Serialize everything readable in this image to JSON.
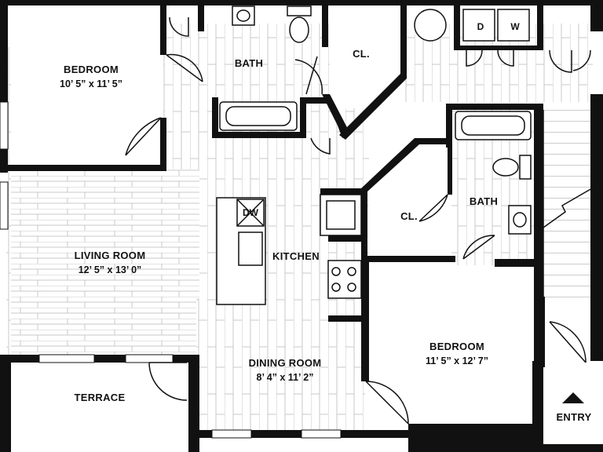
{
  "rooms": {
    "bedroom_1": {
      "name": "BEDROOM",
      "dimensions": "10’ 5” x 11’ 5”"
    },
    "bath_1": {
      "name": "BATH"
    },
    "closet_1": {
      "name": "CL."
    },
    "living_room": {
      "name": "LIVING ROOM",
      "dimensions": "12’ 5” x 13’ 0”"
    },
    "kitchen": {
      "name": "KITCHEN"
    },
    "closet_2": {
      "name": "CL."
    },
    "bath_2": {
      "name": "BATH"
    },
    "dining_room": {
      "name": "DINING ROOM",
      "dimensions": "8’ 4” x 11’ 2”"
    },
    "bedroom_2": {
      "name": "BEDROOM",
      "dimensions": "11’ 5” x 12’ 7”"
    },
    "terrace": {
      "name": "TERRACE"
    }
  },
  "appliances": {
    "dishwasher": "DW",
    "dryer": "D",
    "washer": "W"
  },
  "entry": {
    "label": "ENTRY"
  },
  "colors": {
    "wall": "#111111",
    "floor_line": "#cfcfcf",
    "terrace_fill": "#ffffff"
  }
}
